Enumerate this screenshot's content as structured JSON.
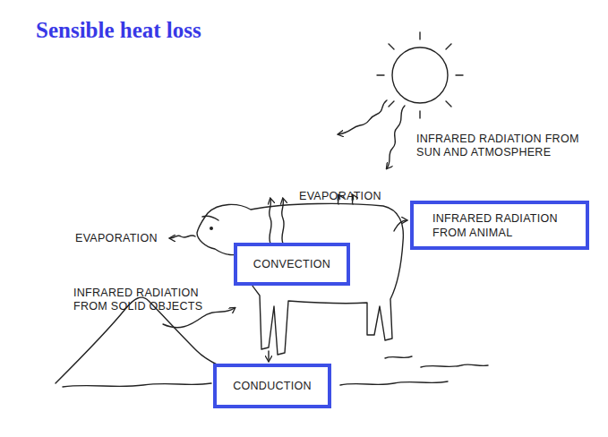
{
  "diagram": {
    "title": "Sensible heat loss",
    "nodes": [
      {
        "text": [
          "INFRARED RADIATION FROM ANIMAL"
        ]
      },
      {
        "text": [
          "CONVECTION"
        ]
      },
      {
        "text": [
          "CONDUCTION"
        ]
      }
    ],
    "labels": [
      "INFRARED RADIATION FROM SUN AND ATMOSPHERE",
      "EVAPORATION",
      "EVAPORATION",
      "INFRARED RADIATION FROM SOLID OBJECTS"
    ]
  }
}
